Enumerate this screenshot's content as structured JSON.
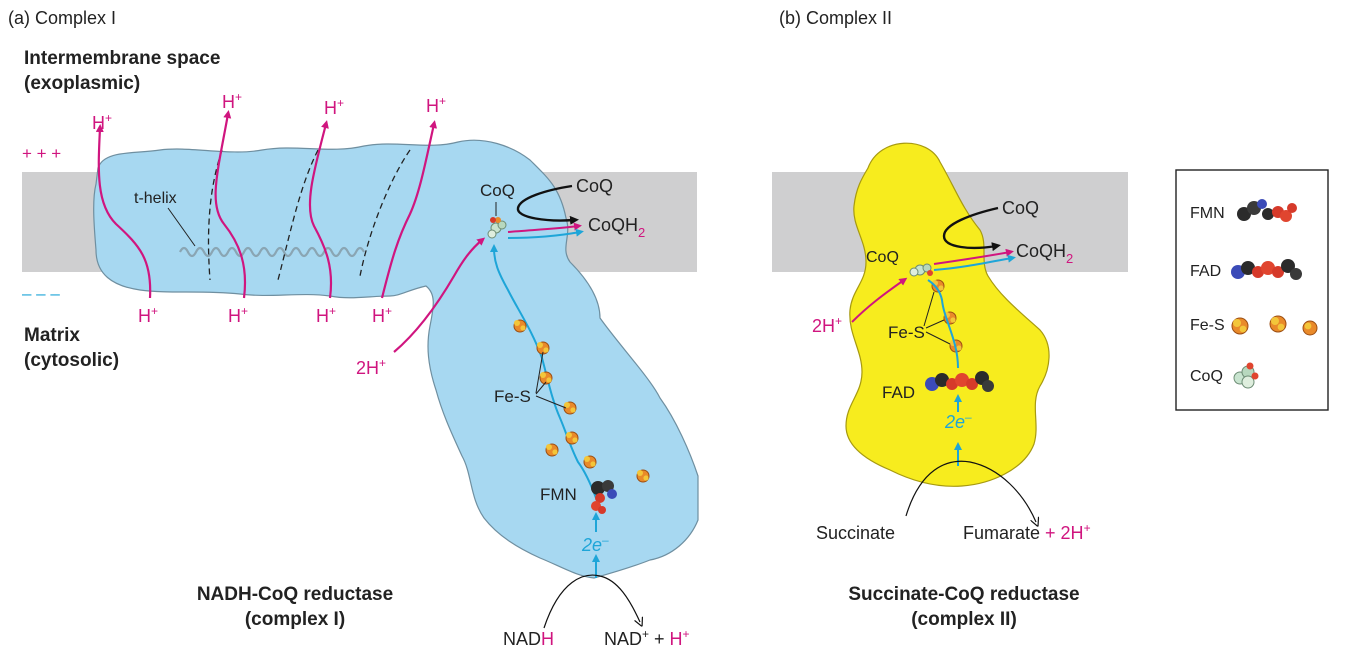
{
  "panel_a": {
    "panel_label": "(a)  Complex I",
    "region_top_line1": "Intermembrane space",
    "region_top_line2": "(exoplasmic)",
    "region_bottom_line1": "Matrix",
    "region_bottom_line2": "(cytosolic)",
    "plus_charges": "+ + +",
    "minus_charges": "– – –",
    "proton": "H",
    "proton_sup": "+",
    "t_helix": "t-helix",
    "coq": "CoQ",
    "coq_out": "CoQ",
    "coqh2_base": "CoQH",
    "coqh2_sub": "2",
    "two_h_plus_base": "2H",
    "fes": "Fe-S",
    "fmn": "FMN",
    "two_e_base": "2e",
    "two_e_sup": "–",
    "nad_base": "NAD",
    "nad_h": "H",
    "nad_plus_base": "NAD",
    "nad_plus_sup": "+",
    "plus_sign": " + ",
    "caption_line1": "NADH-CoQ reductase",
    "caption_line2": "(complex I)"
  },
  "panel_b": {
    "panel_label": "(b)  Complex II",
    "coq": "CoQ",
    "coq_out": "CoQ",
    "coqh2_base": "CoQH",
    "coqh2_sub": "2",
    "two_h_plus_base": "2H",
    "proton_sup": "+",
    "fes": "Fe-S",
    "fad": "FAD",
    "two_e_base": "2e",
    "two_e_sup": "–",
    "succinate": "Succinate",
    "fumarate": "Fumarate",
    "fumarate_plus": " + ",
    "fumarate_2h": "2H",
    "caption_line1": "Succinate-CoQ reductase",
    "caption_line2": "(complex II)"
  },
  "legend": {
    "items": [
      {
        "label": "FMN"
      },
      {
        "label": "FAD"
      },
      {
        "label": "Fe-S"
      },
      {
        "label": "CoQ"
      }
    ]
  },
  "colors": {
    "membrane": "#cfcfd0",
    "complex1": "#a7d8f1",
    "complex2": "#f7ec1e",
    "proton_pink": "#d0157f",
    "electron_blue": "#1ea5d8",
    "fes_orange": "#e98a2a",
    "fes_yellow": "#f3c63a"
  }
}
